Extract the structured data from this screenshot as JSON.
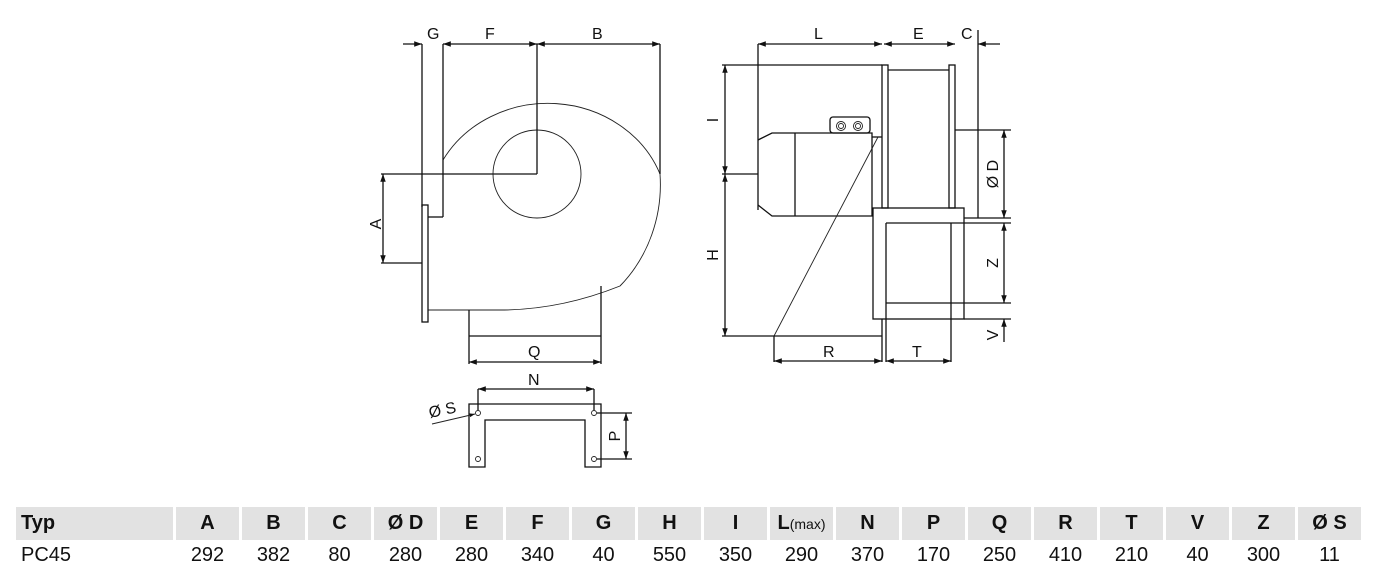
{
  "diagram": {
    "front_view_labels": {
      "G": "G",
      "F": "F",
      "B": "B",
      "A": "A",
      "Q": "Q"
    },
    "base_labels": {
      "N": "N",
      "S": "Ø S",
      "P": "P"
    },
    "side_view_labels": {
      "L": "L",
      "E": "E",
      "C": "C",
      "I": "I",
      "D": "Ø D",
      "H": "H",
      "Z": "Z",
      "V": "V",
      "R": "R",
      "T": "T"
    }
  },
  "table": {
    "headers": [
      {
        "main": "Typ",
        "sub": ""
      },
      {
        "main": "A",
        "sub": ""
      },
      {
        "main": "B",
        "sub": ""
      },
      {
        "main": "C",
        "sub": ""
      },
      {
        "main": "Ø D",
        "sub": ""
      },
      {
        "main": "E",
        "sub": ""
      },
      {
        "main": "F",
        "sub": ""
      },
      {
        "main": "G",
        "sub": ""
      },
      {
        "main": "H",
        "sub": ""
      },
      {
        "main": "I",
        "sub": ""
      },
      {
        "main": "L",
        "sub": "(max)"
      },
      {
        "main": "N",
        "sub": ""
      },
      {
        "main": "P",
        "sub": ""
      },
      {
        "main": "Q",
        "sub": ""
      },
      {
        "main": "R",
        "sub": ""
      },
      {
        "main": "T",
        "sub": ""
      },
      {
        "main": "V",
        "sub": ""
      },
      {
        "main": "Z",
        "sub": ""
      },
      {
        "main": "Ø S",
        "sub": ""
      }
    ],
    "rows": [
      [
        "PC45",
        "292",
        "382",
        "80",
        "280",
        "280",
        "340",
        "40",
        "550",
        "350",
        "290",
        "370",
        "170",
        "250",
        "410",
        "210",
        "40",
        "300",
        "11"
      ]
    ]
  }
}
